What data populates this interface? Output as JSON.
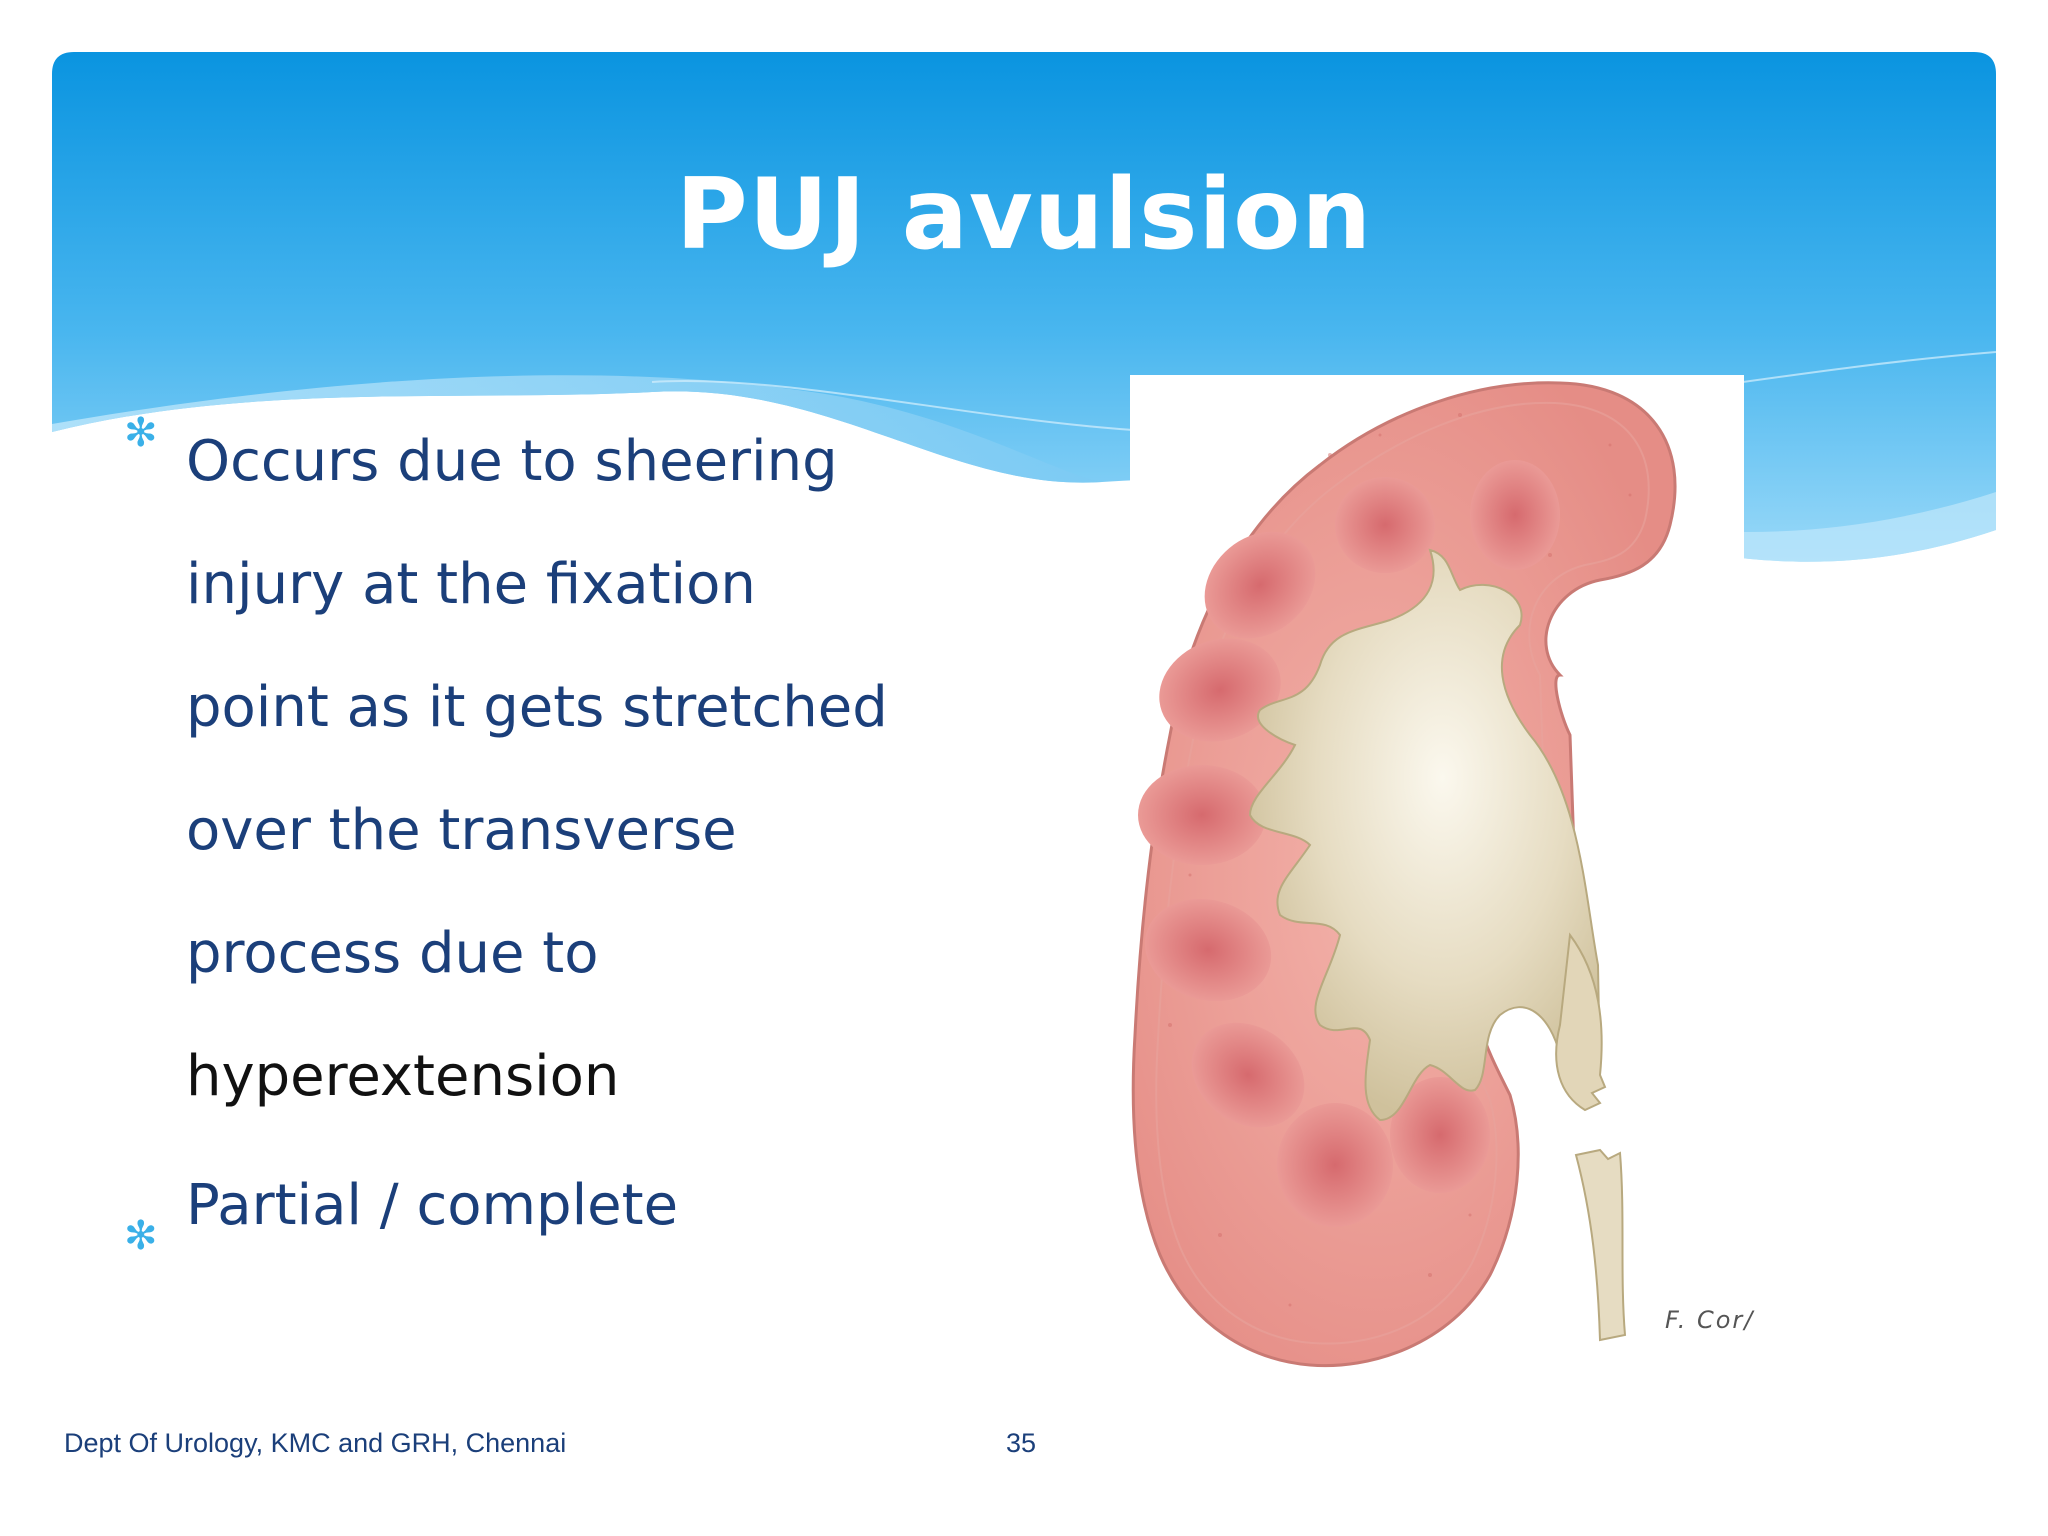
{
  "slide": {
    "title": "PUJ avulsion",
    "bullets": [
      {
        "lines": [
          "Occurs due to sheering",
          "injury at the fixation",
          "point  as it gets stretched",
          "over the transverse",
          "process due to",
          "hyperextension"
        ]
      },
      {
        "text": "Partial / complete"
      }
    ],
    "illustration": {
      "subject": "kidney-illustration",
      "signature": "F. Cor/"
    },
    "footer": {
      "department": "Dept Of Urology, KMC and GRH, Chennai",
      "page_number": "35"
    }
  },
  "colors": {
    "header_top": "#0a94e0",
    "header_bottom": "#8fd3f7",
    "title_text": "#ffffff",
    "body_text": "#1b3f7a",
    "bullet_marker": "#3ab0e8",
    "kidney_cortex": "#eea09a",
    "kidney_pelvis": "#e6dcc2"
  },
  "icons": {
    "bullet": "asterisk-bullet-icon"
  }
}
